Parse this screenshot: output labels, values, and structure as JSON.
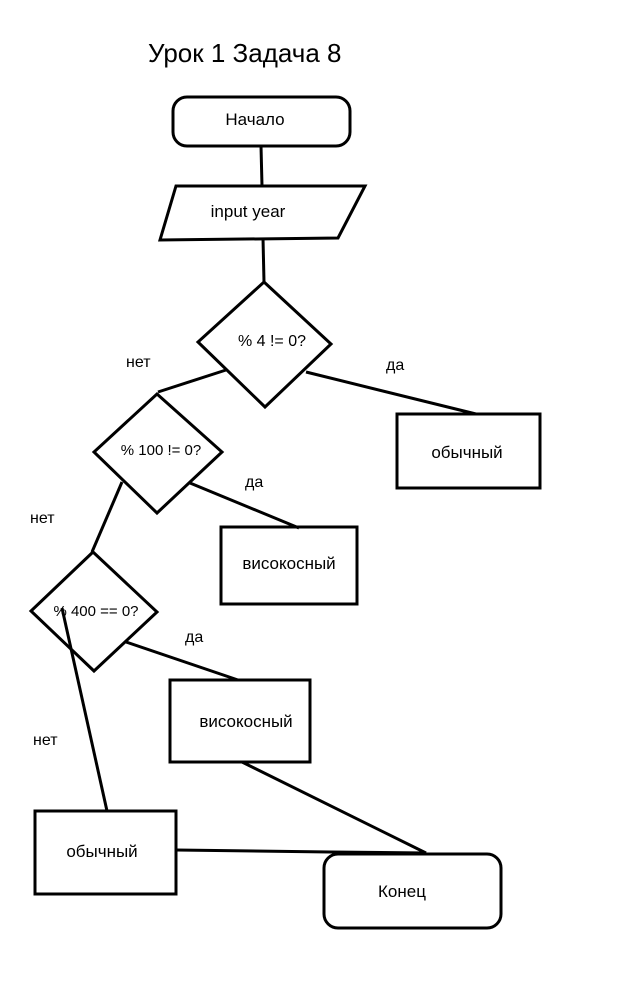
{
  "title": "Урок 1 Задача 8",
  "nodes": {
    "start": "Начало",
    "input": "input year",
    "cond_4": "% 4 != 0?",
    "cond_100": "% 100 != 0?",
    "cond_400": "% 400 == 0?",
    "result_common_1": "обычный",
    "result_leap_1": "високосный",
    "result_leap_2": "високосный",
    "result_common_2": "обычный",
    "end": "Конец"
  },
  "edge_labels": {
    "cond_4_no": "нет",
    "cond_4_yes": "да",
    "cond_100_no": "нет",
    "cond_100_yes": "да",
    "cond_400_no": "нет",
    "cond_400_yes": "да"
  }
}
